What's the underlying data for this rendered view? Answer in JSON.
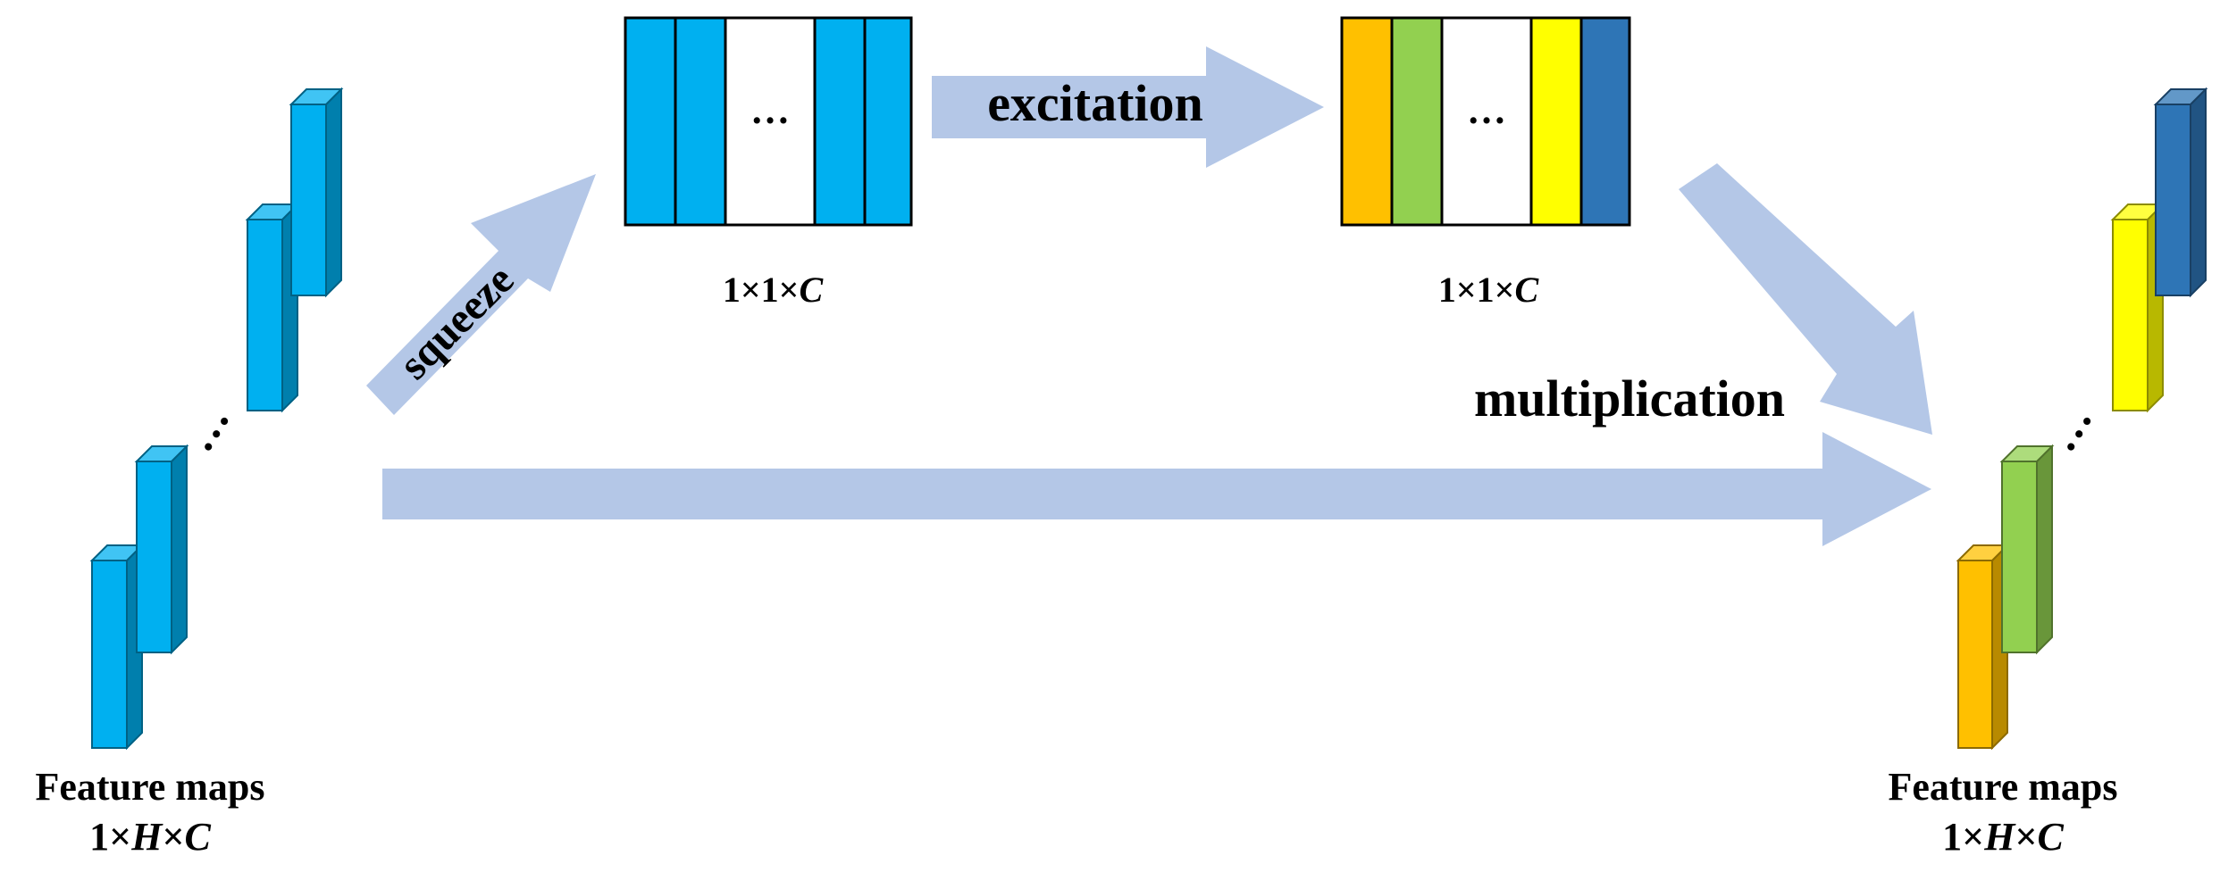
{
  "colors": {
    "arrow": "#b4c7e7",
    "cyan": "#00b0f0",
    "orange": "#ffc000",
    "green": "#92d050",
    "yellow": "#ffff00",
    "blue": "#2e75b6",
    "outline": "#000000"
  },
  "labels": {
    "squeeze": "squeeze",
    "excitation": "excitation",
    "multiplication": "multiplication",
    "ellipsis": "…",
    "vector_dim_left": {
      "prefix": "1×1×",
      "var": "C"
    },
    "vector_dim_right": {
      "prefix": "1×1×",
      "var": "C"
    },
    "input_caption": "Feature maps",
    "input_dim": {
      "pre": "1×",
      "h": "H",
      "mid": "×",
      "c": "C"
    },
    "output_caption": "Feature maps",
    "output_dim": {
      "pre": "1×",
      "h": "H",
      "mid": "×",
      "c": "C"
    }
  },
  "squeeze_vector": {
    "cell_colors": [
      "cyan",
      "cyan",
      "blank",
      "cyan",
      "cyan"
    ]
  },
  "excitation_vector": {
    "cell_colors": [
      "orange",
      "green",
      "blank",
      "yellow",
      "blue"
    ]
  },
  "input_maps": {
    "colors": [
      "cyan",
      "cyan",
      "cyan",
      "cyan"
    ]
  },
  "output_maps": {
    "colors": [
      "orange",
      "green",
      "yellow",
      "blue"
    ]
  }
}
